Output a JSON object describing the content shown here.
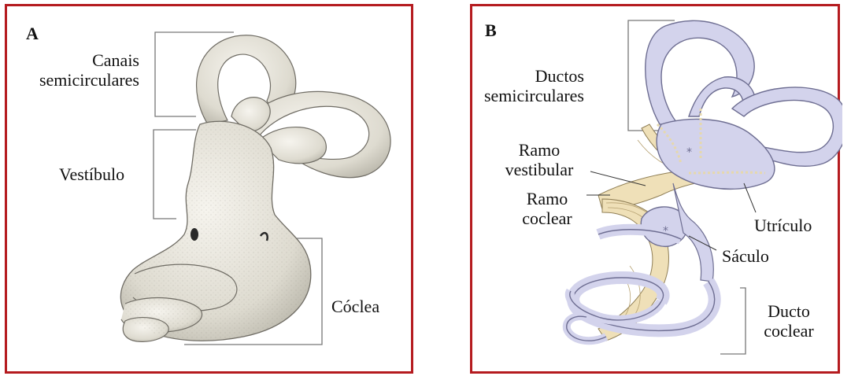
{
  "panel_a": {
    "letter": "A",
    "labels": {
      "canais": [
        "Canais",
        "semicirculares"
      ],
      "vestibulo": "Vestíbulo",
      "coclea": "Cóclea"
    }
  },
  "panel_b": {
    "letter": "B",
    "labels": {
      "ductos": [
        "Ductos",
        "semicirculares"
      ],
      "ramo_vestibular": [
        "Ramo",
        "vestibular"
      ],
      "ramo_coclear": [
        "Ramo",
        "coclear"
      ],
      "utriculo": "Utrículo",
      "saculo": "Sáculo",
      "ducto_coclear": [
        "Ducto",
        "coclear"
      ]
    }
  },
  "colors": {
    "border": "#b51b1f",
    "bone": "#e7e4da",
    "membrane": "#d3d3ec",
    "nerve": "#efe0b8"
  }
}
